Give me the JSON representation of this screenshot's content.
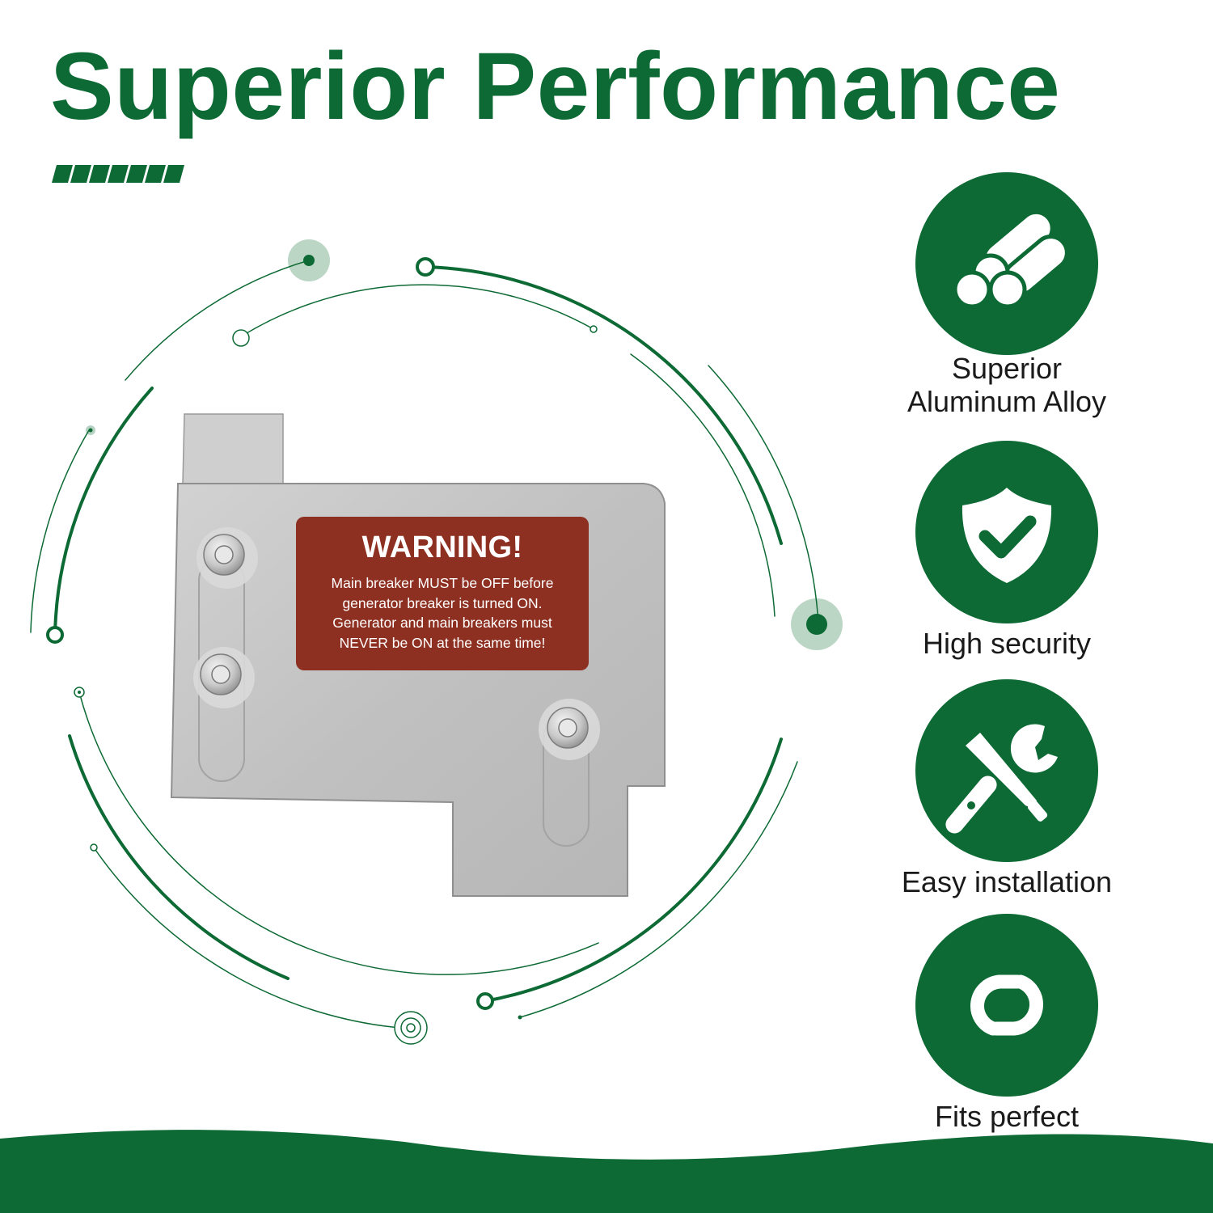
{
  "header": {
    "title": "Superior Performance"
  },
  "product": {
    "warning": {
      "title": "WARNING!",
      "lines": [
        "Main breaker MUST be OFF before",
        "generator breaker is turned ON.",
        "Generator and main breakers must",
        "NEVER be ON at the same time!"
      ]
    }
  },
  "features": [
    {
      "label_line1": "Superior",
      "label_line2": "Aluminum Alloy",
      "icon": "aluminum-rods-icon"
    },
    {
      "label": "High security",
      "icon": "shield-check-icon"
    },
    {
      "label": "Easy installation",
      "icon": "tools-icon"
    },
    {
      "label": "Fits perfect",
      "icon": "link-icon"
    }
  ],
  "colors": {
    "brand_green": "#0d6a34",
    "warning_red": "#8e3021",
    "plate_silver": "#c3c3c3"
  }
}
